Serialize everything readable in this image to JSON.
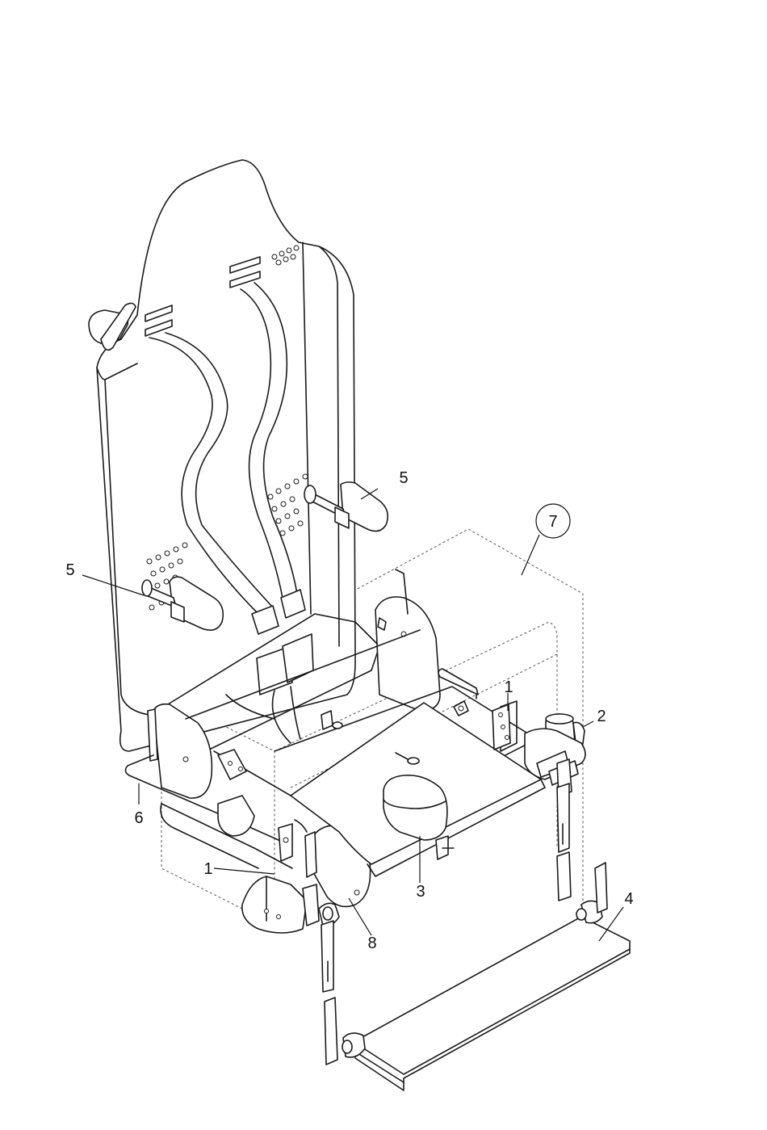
{
  "callouts": [
    {
      "id": "c7",
      "text": "7"
    },
    {
      "id": "c5a",
      "text": "5"
    },
    {
      "id": "c5b",
      "text": "5"
    },
    {
      "id": "c1a",
      "text": "1"
    },
    {
      "id": "c2",
      "text": "2"
    },
    {
      "id": "c6",
      "text": "6"
    },
    {
      "id": "c1b",
      "text": "1"
    },
    {
      "id": "c3",
      "text": "3"
    },
    {
      "id": "c4",
      "text": "4"
    },
    {
      "id": "c8",
      "text": "8"
    }
  ]
}
